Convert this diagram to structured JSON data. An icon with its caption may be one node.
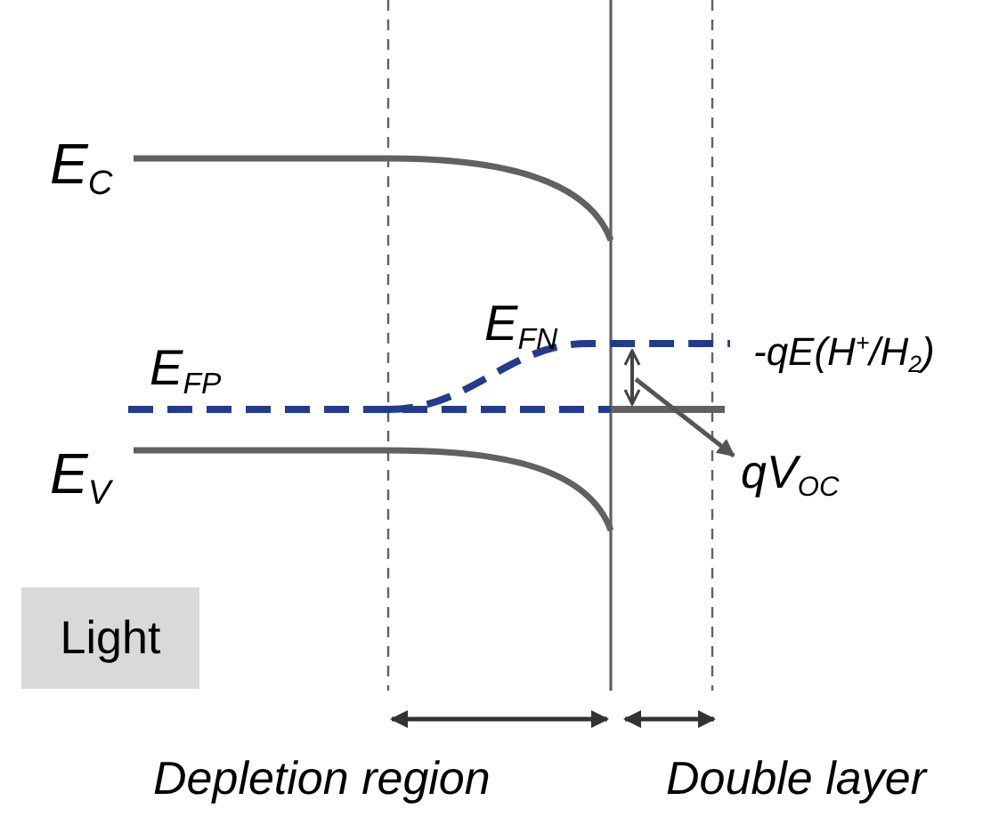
{
  "diagram": {
    "nodes": [
      {
        "text": [
          "Light"
        ]
      },
      {
        "text": [
          "qV$_{OC}$"
        ]
      }
    ],
    "edges": [
      {
        "from": null,
        "to": 1,
        "arrow": "to"
      }
    ],
    "labels": [
      "E$_{C}$",
      "E$_{FP}$",
      "E$_{FN}$",
      "-qE(H$^{+}$/H$_{2}$)",
      "E$_{V}$",
      "Depletion region",
      "Double layer"
    ]
  }
}
